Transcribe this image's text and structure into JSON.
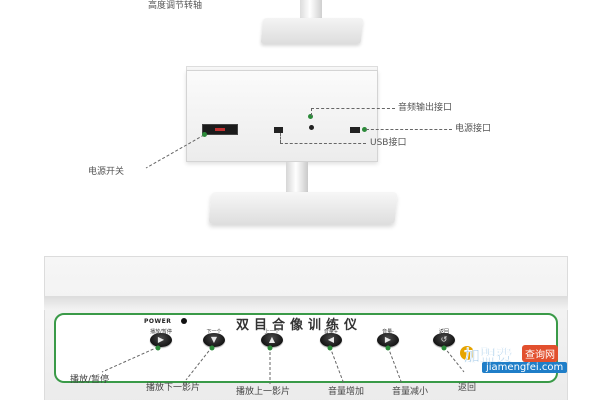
{
  "top_labels": {
    "height_knob": "高度调节转轴",
    "audio_out": "音频输出接口",
    "power_port": "电源接口",
    "usb_port": "USB接口",
    "power_switch": "电源开关"
  },
  "panel": {
    "power_text": "POWER",
    "title": "双目合像训练仪",
    "buttons": [
      {
        "label": "播放/暂停",
        "glyph": "▶"
      },
      {
        "label": "下一个",
        "glyph": "▼"
      },
      {
        "label": "上一个",
        "glyph": "▲"
      },
      {
        "label": "音量+",
        "glyph": "◀"
      },
      {
        "label": "音量-",
        "glyph": "▶"
      },
      {
        "label": "返回",
        "glyph": "↺"
      }
    ]
  },
  "bottom_labels": {
    "play_pause": "播放/暂停",
    "next": "播放下一影片",
    "prev": "播放上一影片",
    "vol_up": "音量增加",
    "vol_down": "音量减小",
    "back": "返回"
  },
  "watermark": {
    "name": "加盟费",
    "tag": "查询网",
    "url": "jiamengfei.com"
  },
  "colors": {
    "accent_green": "#3a9a48",
    "watermark_blue": "#1f7ec8",
    "watermark_red": "#e2502e"
  }
}
